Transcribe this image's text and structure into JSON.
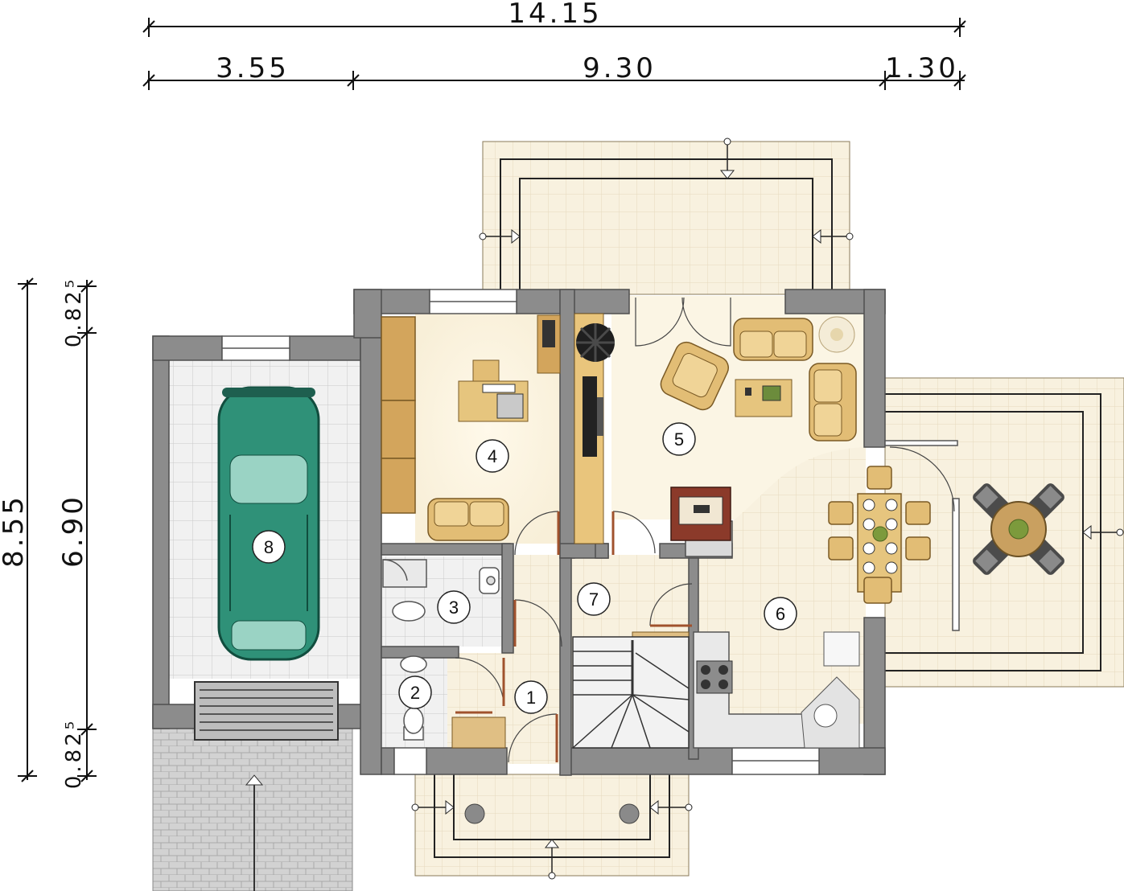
{
  "dimensions": {
    "top_total": "14.15",
    "top_left": "3.55",
    "top_middle": "9.30",
    "top_right": "1.30",
    "left_total": "8.55",
    "left_middle": "6.90",
    "left_top": "0.82⁵",
    "left_bottom": "0.82⁵"
  },
  "rooms": [
    "1",
    "2",
    "3",
    "4",
    "5",
    "6",
    "7",
    "8"
  ],
  "colors": {
    "wall": "#8c8c8c",
    "wall_edge": "#555555",
    "floor_warm": "#fbf4e2",
    "tile": "#f6efde",
    "tile_line": "#e3d7bc",
    "garage_tile": "#eeeeee",
    "terrace": "#f3ead6",
    "furniture": "#e2bd75",
    "car": "#2f9178",
    "paving": "#cfcfcf"
  }
}
